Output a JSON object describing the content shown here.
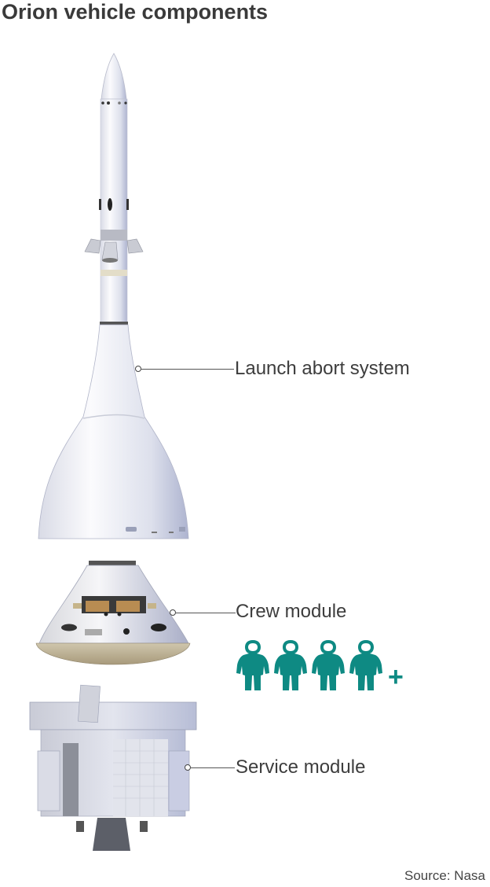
{
  "title": "Orion vehicle components",
  "components": [
    {
      "label": "Launch abort system",
      "icon": "launch-abort-system-illustration"
    },
    {
      "label": "Crew module",
      "icon": "crew-module-illustration",
      "crew_icon": "astronaut-icon",
      "crew_count": 4,
      "crew_extra": "+"
    },
    {
      "label": "Service module",
      "icon": "service-module-illustration"
    }
  ],
  "colors": {
    "crew_icon": "#0e8a83",
    "text": "#3d3d3d"
  },
  "source": "Source: Nasa"
}
